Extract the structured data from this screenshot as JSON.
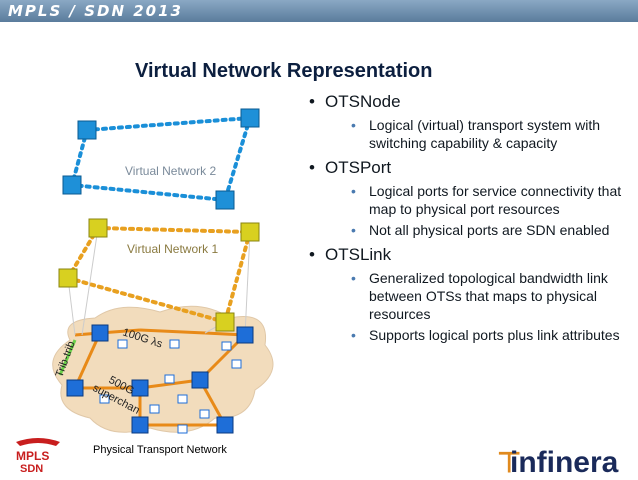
{
  "header": {
    "title": "MPLS / SDN 2013"
  },
  "slide": {
    "title": "Virtual Network Representation"
  },
  "bullets": [
    {
      "label": "OTSNode",
      "subs": [
        "Logical (virtual) transport system with switching capability & capacity"
      ]
    },
    {
      "label": "OTSPort",
      "subs": [
        "Logical ports for service connectivity that map to physical port resources",
        "Not all physical ports are SDN enabled"
      ]
    },
    {
      "label": "OTSLink",
      "subs": [
        "Generalized topological bandwidth link between OTSs that maps to physical resources",
        "Supports logical ports plus link attributes"
      ]
    }
  ],
  "diagram": {
    "vn2_label": "Virtual Network 2",
    "vn1_label": "Virtual Network 1",
    "link_100g": "100G λs",
    "link_trib": "Trib-trib",
    "link_500g_1": "500G",
    "link_500g_2": "superchan",
    "phys_label": "Physical Transport Network"
  },
  "colors": {
    "vn2": "#1a8fd8",
    "vn1": "#e8a020",
    "node_blue": "#1e90d8",
    "node_yellow": "#d8d020",
    "cloud": "#f2dcbc",
    "fiber": "#e88a18"
  },
  "logos": {
    "mpls_line1": "MPLS",
    "mpls_line2": "SDN",
    "infinera": "infinera"
  }
}
